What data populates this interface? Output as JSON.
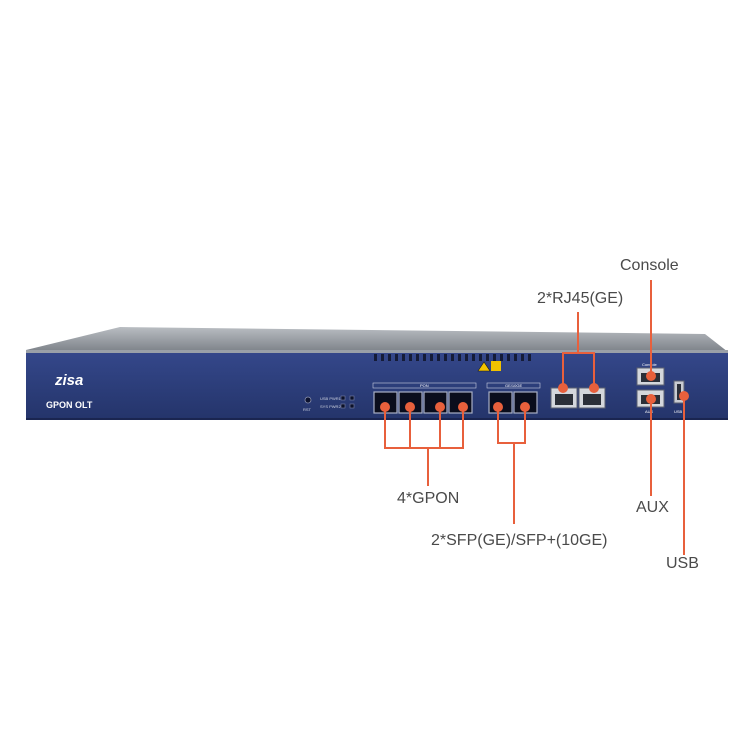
{
  "device": {
    "brand_logo": "zisa",
    "model_label": "GPON OLT",
    "pon_group_label": "PON",
    "uplink_group_label": "GE/10GE",
    "rst_label": "RST",
    "led_row_1": "USB PWR1",
    "led_row_2": "SYS PWR2",
    "console_port_label": "Console",
    "aux_port_label": "AUX",
    "usb_port_label": "USB"
  },
  "callouts": {
    "console": "Console",
    "rj45": "2*RJ45(GE)",
    "gpon": "4*GPON",
    "aux": "AUX",
    "sfp": "2*SFP(GE)/SFP+(10GE)",
    "usb": "USB"
  },
  "colors": {
    "panel": "#2c3d79",
    "callout": "#e8603c",
    "warning": "#f2c200"
  }
}
